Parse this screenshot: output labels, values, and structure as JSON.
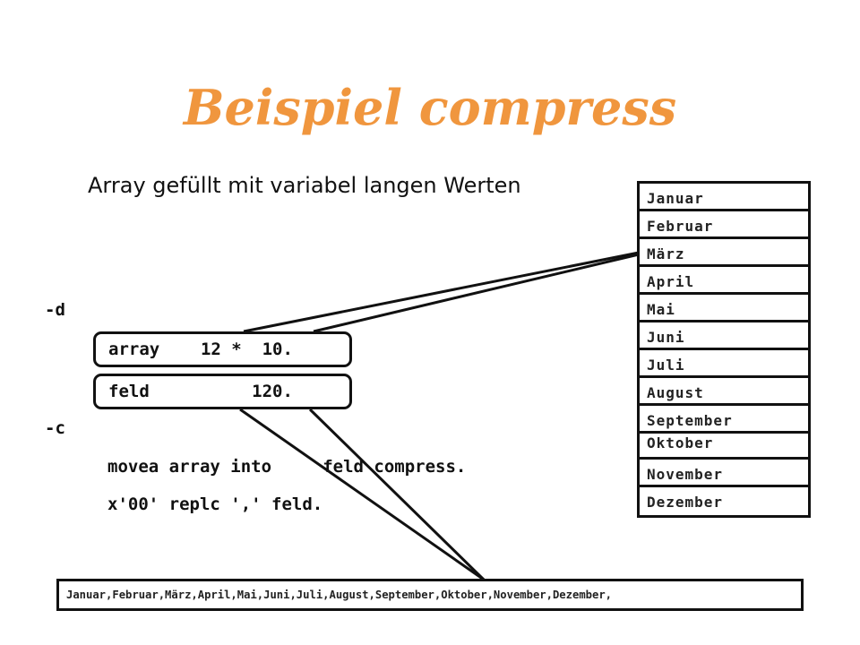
{
  "title": "Beispiel compress",
  "subtitle": "Array gefüllt mit variabel langen Werten",
  "code": {
    "d_spec": "-d",
    "array_def": "array    12 *  10.",
    "feld_def": "feld          120.",
    "c_spec": "-c",
    "movea_line": "movea array into     feld compress.",
    "replc_line": "x'00' replc ',' feld."
  },
  "months": [
    "Januar",
    "Februar",
    "März",
    "April",
    "Mai",
    "Juni",
    "Juli",
    "August",
    "September",
    "Oktober",
    "November",
    "Dezember"
  ],
  "result": "Januar,Februar,März,April,Mai,Juni,Juli,August,September,Oktober,November,Dezember,"
}
